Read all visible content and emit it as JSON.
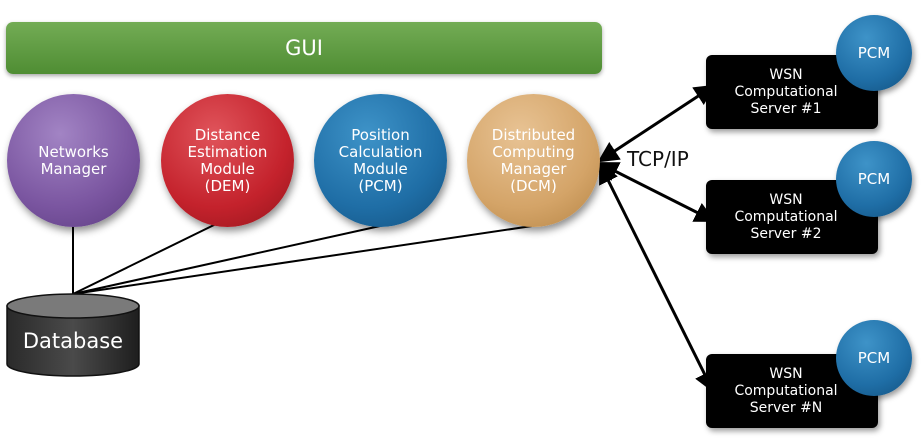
{
  "gui": {
    "label": "GUI"
  },
  "modules": [
    {
      "id": "networks-manager",
      "label": "Networks\nManager"
    },
    {
      "id": "dem",
      "label": "Distance\nEstimation\nModule\n(DEM)"
    },
    {
      "id": "pcm",
      "label": "Position\nCalculation\nModule\n(PCM)"
    },
    {
      "id": "dcm",
      "label": "Distributed\nComputing\nManager\n(DCM)"
    }
  ],
  "protocol": {
    "label": "TCP/IP"
  },
  "database": {
    "label": "Database"
  },
  "servers": [
    {
      "label": "WSN Computational Server #1",
      "badge": "PCM"
    },
    {
      "label": "WSN Computational Server #2",
      "badge": "PCM"
    },
    {
      "label": "WSN Computational Server #N",
      "badge": "PCM"
    }
  ],
  "colors": {
    "gui": "#5a9a3c",
    "networks_manager": "#7a55a0",
    "dem": "#c4222c",
    "pcm": "#1f6ea6",
    "dcm": "#d4a468",
    "server": "#000000",
    "database": "#333333"
  }
}
